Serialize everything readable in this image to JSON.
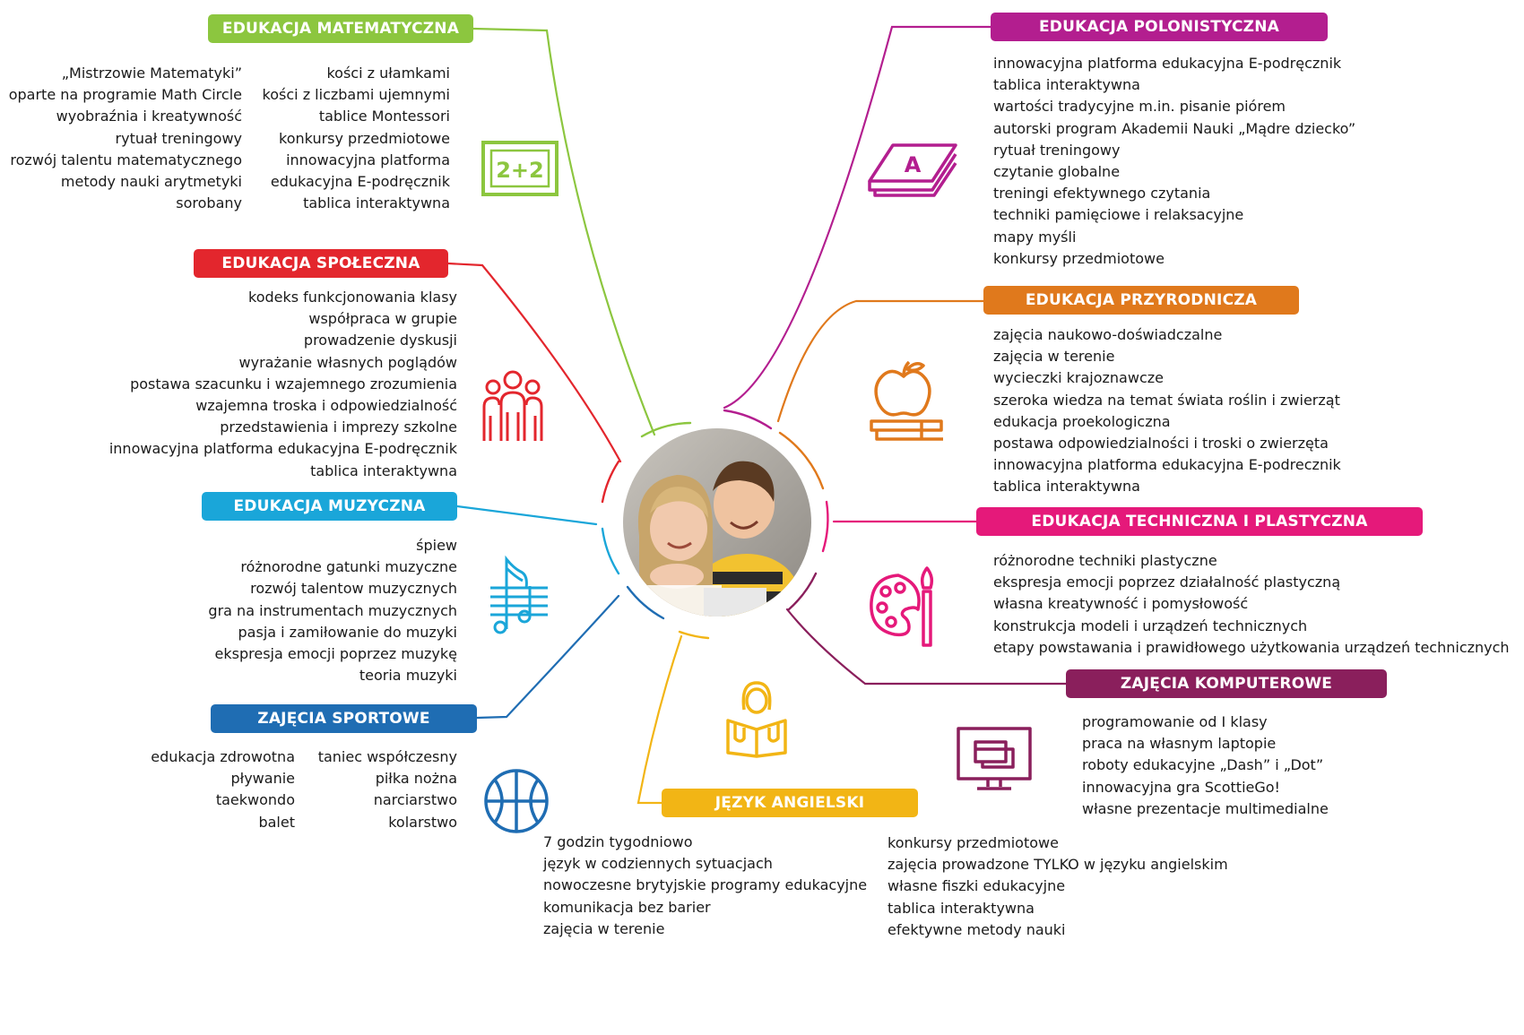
{
  "branches": {
    "math": {
      "title": "EDUKACJA MATEMATYCZNA",
      "color": "#8cc63f",
      "left_items": [
        "„Mistrzowie Matematyki”",
        "oparte na programie Math Circle",
        "wyobraźnia i kreatywność",
        "rytuał treningowy",
        "rozwój talentu matematycznego",
        "metody nauki arytmetyki",
        "sorobany"
      ],
      "right_items": [
        "kości z ułamkami",
        "kości z liczbami ujemnymi",
        "tablice Montessori",
        "konkursy przedmiotowe",
        "innowacyjna platforma",
        "edukacyjna E-podręcznik",
        "tablica interaktywna"
      ],
      "icon": "chalkboard-2plus2-icon",
      "icon_text": "2+2"
    },
    "social": {
      "title": "EDUKACJA SPOŁECZNA",
      "color": "#e3262d",
      "items": [
        "kodeks funkcjonowania klasy",
        "współpraca w grupie",
        "prowadzenie dyskusji",
        "wyrażanie własnych poglądów",
        "postawa szacunku i wzajemnego zrozumienia",
        "wzajemna troska i odpowiedzialność",
        "przedstawienia i imprezy szkolne",
        "innowacyjna platforma edukacyjna E-podręcznik",
        "tablica interaktywna"
      ],
      "icon": "people-group-icon"
    },
    "music": {
      "title": "EDUKACJA MUZYCZNA",
      "color": "#1aa6d9",
      "items": [
        "śpiew",
        "różnorodne gatunki muzyczne",
        "rozwój  talentow muzycznych",
        "gra na instrumentach muzycznych",
        "pasja i zamiłowanie do muzyki",
        "ekspresja emocji poprzez muzykę",
        "teoria muzyki"
      ],
      "icon": "music-notes-icon"
    },
    "sport": {
      "title": "ZAJĘCIA SPORTOWE",
      "color": "#1f6db3",
      "left_items": [
        "edukacja zdrowotna",
        "pływanie",
        "taekwondo",
        "balet"
      ],
      "right_items": [
        "taniec współczesny",
        "piłka nożna",
        "narciarstwo",
        "kolarstwo"
      ],
      "icon": "basketball-icon"
    },
    "polish": {
      "title": "EDUKACJA POLONISTYCZNA",
      "color": "#b31e8f",
      "items": [
        "innowacyjna platforma edukacyjna E-podręcznik",
        "tablica interaktywna",
        "wartości tradycyjne m.in. pisanie piórem",
        "autorski program Akademii Nauki „Mądre dziecko”",
        "rytuał treningowy",
        "czytanie globalne",
        "treningi efektywnego czytania",
        "techniki pamięciowe i relaksacyjne",
        "mapy myśli",
        "konkursy przedmiotowe"
      ],
      "icon": "book-a-icon",
      "icon_text": "A"
    },
    "nature": {
      "title": "EDUKACJA PRZYRODNICZA",
      "color": "#e0791c",
      "items": [
        "zajęcia naukowo-doświadczalne",
        "zajęcia w terenie",
        "wycieczki krajoznawcze",
        "szeroka wiedza na temat świata roślin i zwierząt",
        "edukacja proekologiczna",
        "postawa odpowiedzialności i troski o zwierzęta",
        "innowacyjna platforma edukacyjna E-podrecznik",
        "tablica interaktywna"
      ],
      "icon": "apple-on-books-icon"
    },
    "art": {
      "title": "EDUKACJA TECHNICZNA I PLASTYCZNA",
      "color": "#e5197a",
      "items": [
        "różnorodne techniki plastyczne",
        "ekspresja emocji poprzez działalność plastyczną",
        "własna kreatywność i pomysłowość",
        "konstrukcja modeli i urządzeń technicznych",
        "etapy powstawania i prawidłowego użytkowania urządzeń technicznych"
      ],
      "icon": "palette-brush-icon"
    },
    "computer": {
      "title": "ZAJĘCIA KOMPUTEROWE",
      "color": "#8a1f5c",
      "items": [
        "programowanie od I klasy",
        "praca na własnym laptopie",
        "roboty edukacyjne „Dash” i „Dot”",
        "innowacyjna gra ScottieGo!",
        "własne prezentacje multimedialne"
      ],
      "icon": "computer-monitor-icon"
    },
    "english": {
      "title": "JĘZYK ANGIELSKI",
      "color": "#f2b515",
      "left_items": [
        "7 godzin tygodniowo",
        "język w codziennych sytuacjach",
        "nowoczesne brytyjskie programy edukacyjne",
        "komunikacja bez barier",
        "zajęcia w terenie"
      ],
      "right_items": [
        "konkursy przedmiotowe",
        "zajęcia prowadzone TYLKO w języku angielskim",
        "własne fiszki edukacyjne",
        "tablica interaktywna",
        "efektywne metody nauki"
      ],
      "icon": "reading-child-icon"
    }
  },
  "center": {
    "image": "children-with-tablet-photo"
  }
}
